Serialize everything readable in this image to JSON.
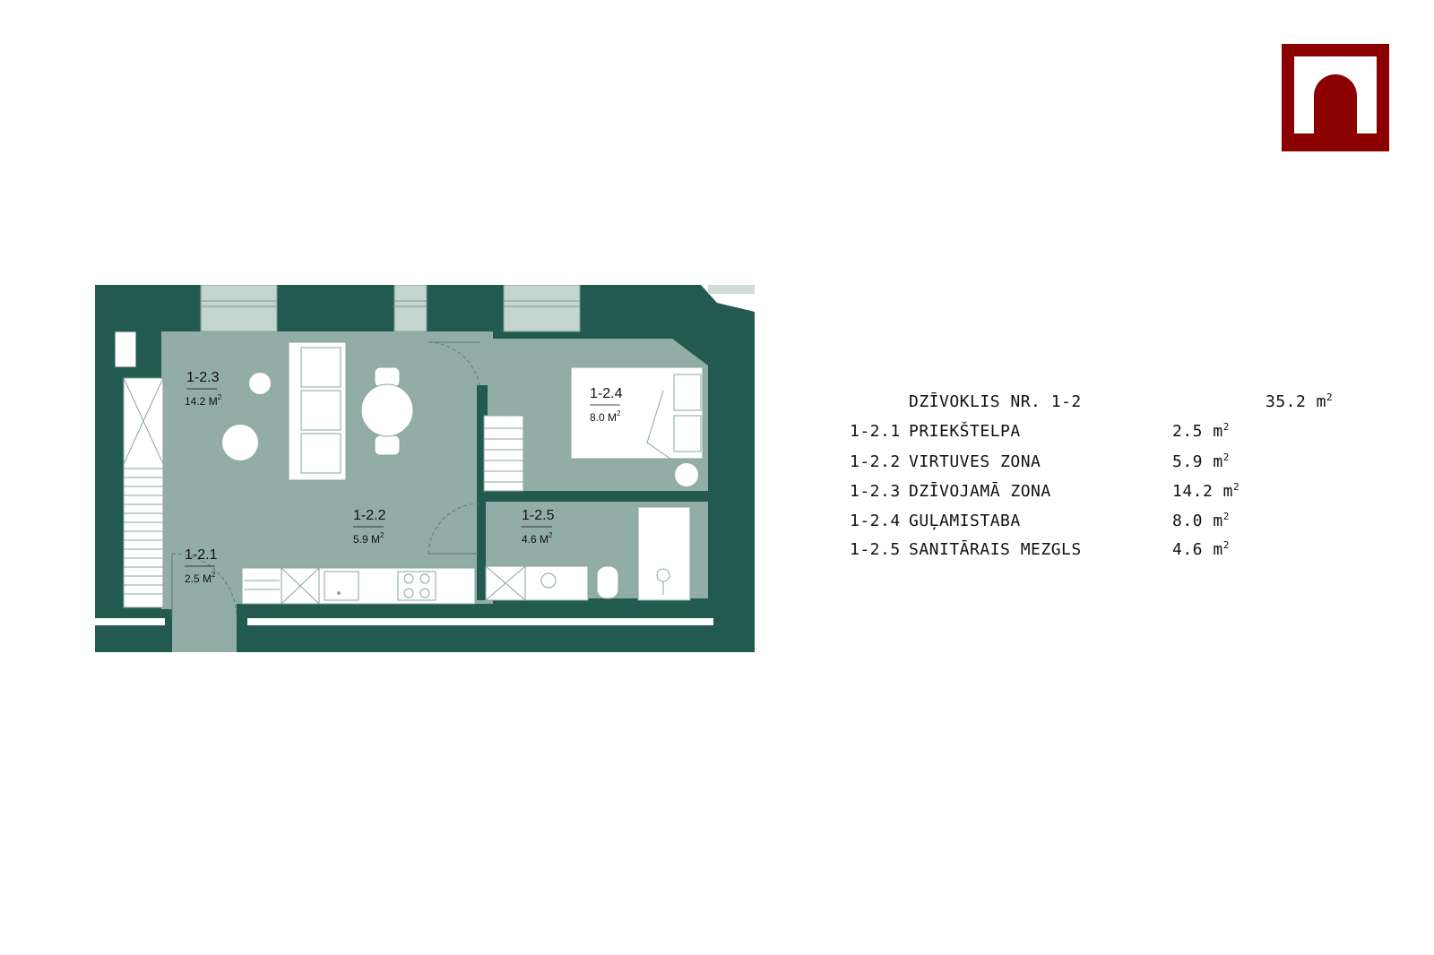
{
  "colors": {
    "wall": "#235a4f",
    "floor": "#92ada6",
    "fixture": "#ffffff",
    "logo": "#8b0000"
  },
  "logo": {
    "icon": "arch-logo-icon"
  },
  "plan": {
    "rooms": [
      {
        "id": "r1",
        "number": "1-2.1",
        "area": "2.5 M",
        "sup": "2"
      },
      {
        "id": "r2",
        "number": "1-2.2",
        "area": "5.9 M",
        "sup": "2"
      },
      {
        "id": "r3",
        "number": "1-2.3",
        "area": "14.2 M",
        "sup": "2"
      },
      {
        "id": "r4",
        "number": "1-2.4",
        "area": "8.0 M",
        "sup": "2"
      },
      {
        "id": "r5",
        "number": "1-2.5",
        "area": "4.6 M",
        "sup": "2"
      }
    ]
  },
  "legend": {
    "title": {
      "name": "DZĪVOKLIS NR. 1-2",
      "total": "35.2 m",
      "sup": "2"
    },
    "rows": [
      {
        "code": "1-2.1",
        "name": "PRIEKŠTELPA",
        "area": "2.5 m",
        "sup": "2"
      },
      {
        "code": "1-2.2",
        "name": "VIRTUVES ZONA",
        "area": "5.9 m",
        "sup": "2"
      },
      {
        "code": "1-2.3",
        "name": "DZĪVOJAMĀ ZONA",
        "area": "14.2 m",
        "sup": "2"
      },
      {
        "code": "1-2.4",
        "name": "GUĻAMISTABA",
        "area": "8.0 m",
        "sup": "2"
      },
      {
        "code": "1-2.5",
        "name": "SANITĀRAIS MEZGLS",
        "area": "4.6 m",
        "sup": "2"
      }
    ]
  }
}
